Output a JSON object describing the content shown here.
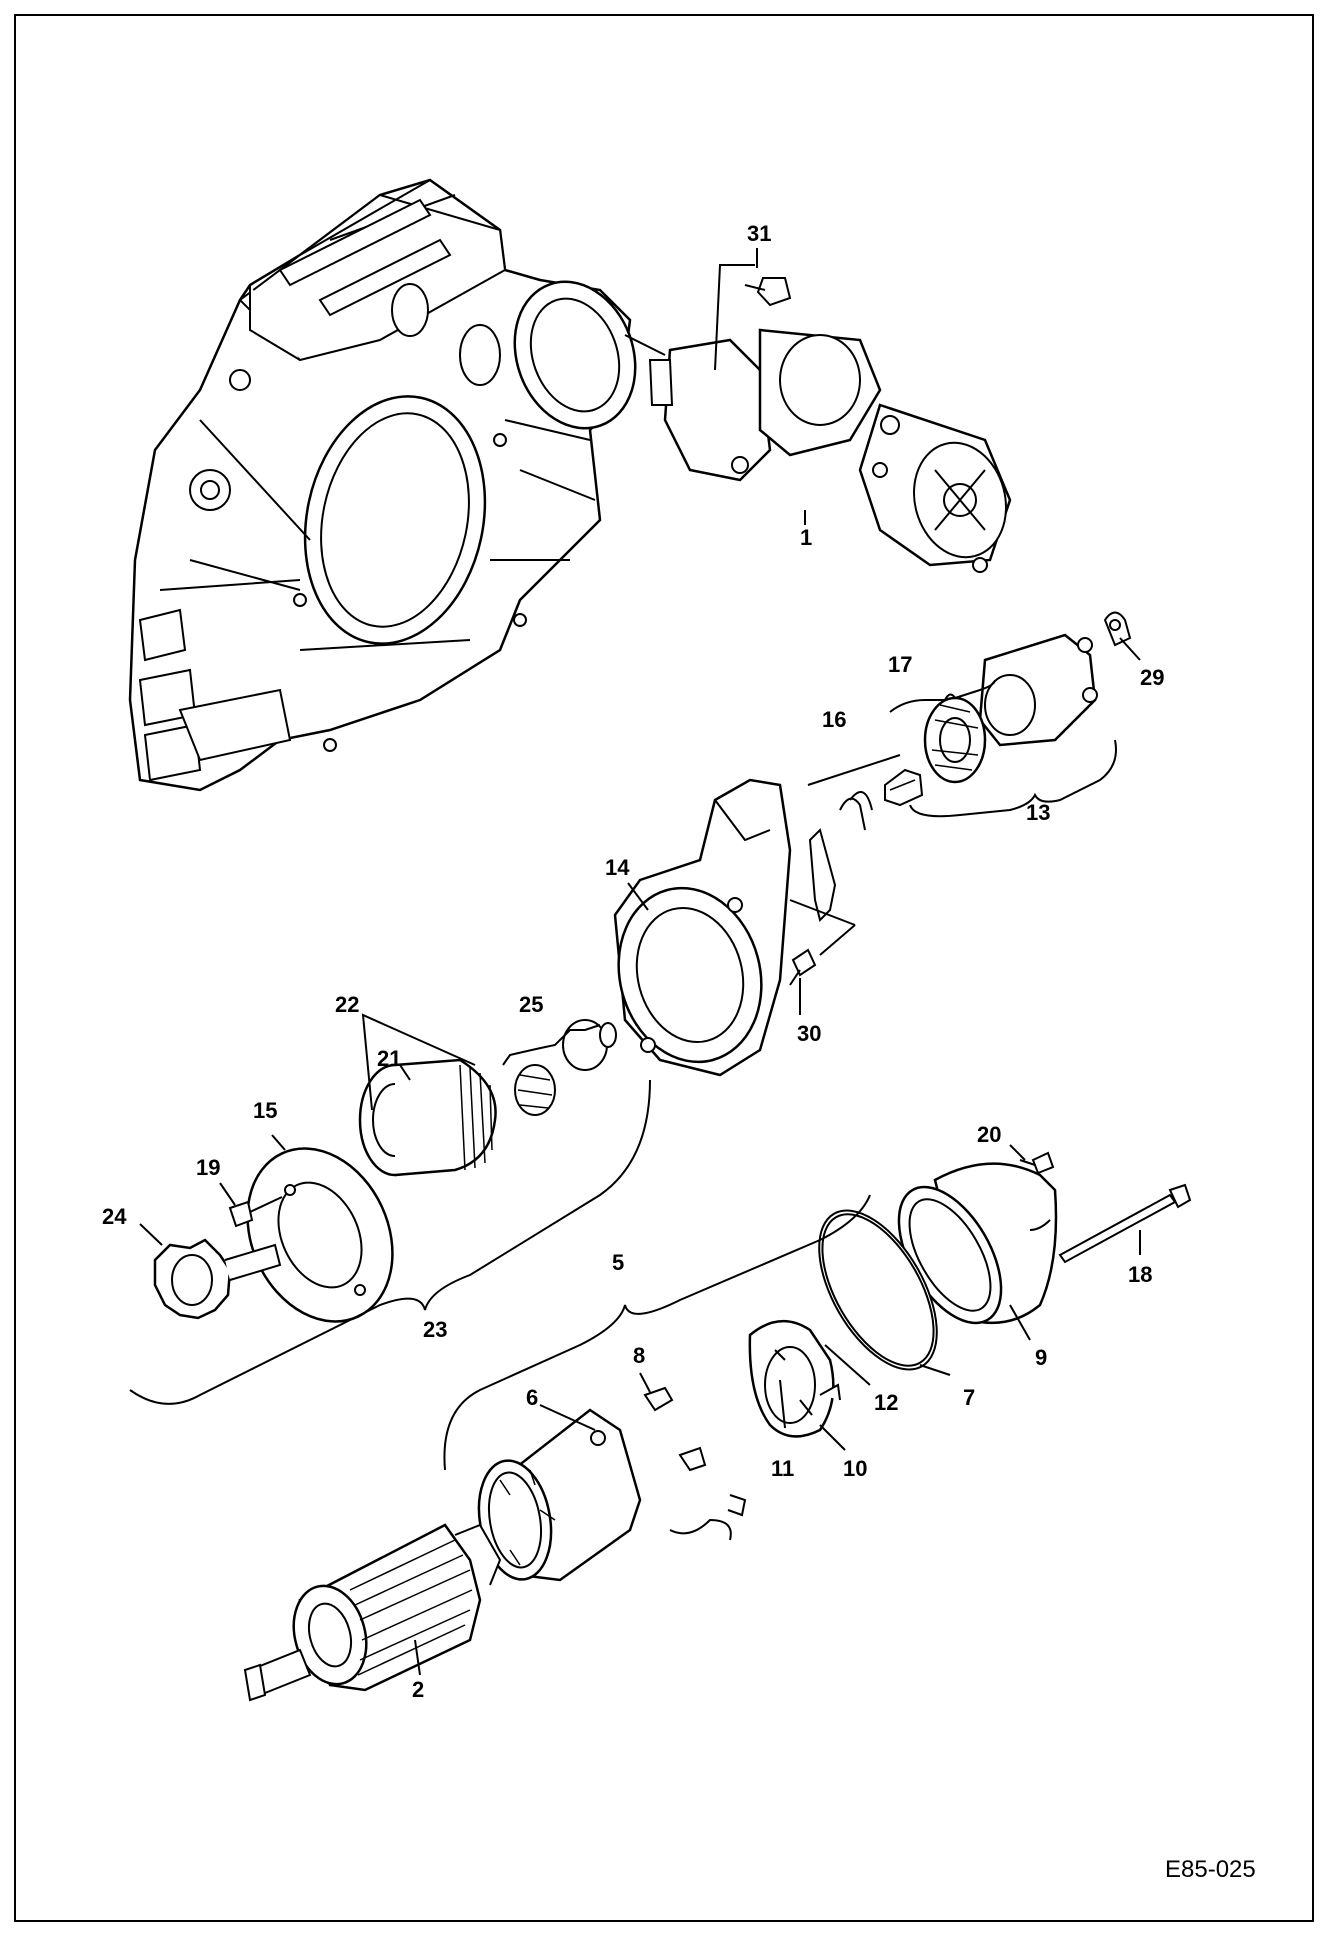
{
  "diagram": {
    "reference_code": "E85-025",
    "callouts": [
      {
        "id": "c1",
        "label": "1"
      },
      {
        "id": "c2",
        "label": "2"
      },
      {
        "id": "c5",
        "label": "5"
      },
      {
        "id": "c6",
        "label": "6"
      },
      {
        "id": "c7",
        "label": "7"
      },
      {
        "id": "c8",
        "label": "8"
      },
      {
        "id": "c9",
        "label": "9"
      },
      {
        "id": "c10",
        "label": "10"
      },
      {
        "id": "c11",
        "label": "11"
      },
      {
        "id": "c12",
        "label": "12"
      },
      {
        "id": "c13",
        "label": "13"
      },
      {
        "id": "c14",
        "label": "14"
      },
      {
        "id": "c15",
        "label": "15"
      },
      {
        "id": "c16",
        "label": "16"
      },
      {
        "id": "c17",
        "label": "17"
      },
      {
        "id": "c18",
        "label": "18"
      },
      {
        "id": "c19",
        "label": "19"
      },
      {
        "id": "c20",
        "label": "20"
      },
      {
        "id": "c21",
        "label": "21"
      },
      {
        "id": "c22",
        "label": "22"
      },
      {
        "id": "c23",
        "label": "23"
      },
      {
        "id": "c24",
        "label": "24"
      },
      {
        "id": "c25",
        "label": "25"
      },
      {
        "id": "c29",
        "label": "29"
      },
      {
        "id": "c30",
        "label": "30"
      },
      {
        "id": "c31",
        "label": "31"
      }
    ]
  }
}
